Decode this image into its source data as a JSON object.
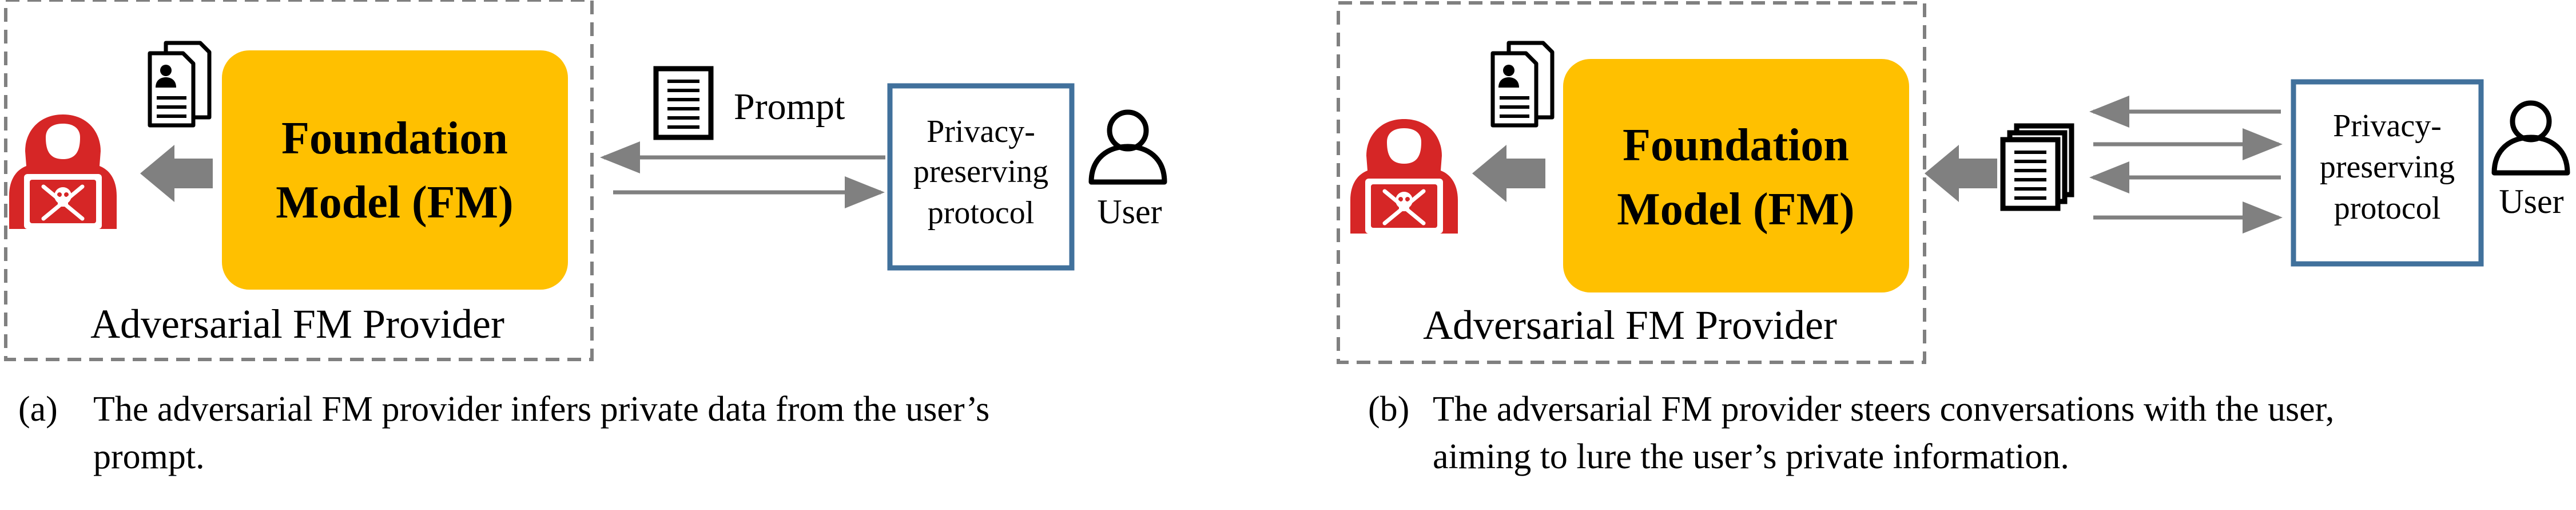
{
  "colors": {
    "fm_fill": "#FFC000",
    "protocol_border": "#41719C",
    "dashed_border": "#808080",
    "arrow": "#808080",
    "hacker_red": "#D62626"
  },
  "icons": [
    "hacker-icon",
    "personal-document-icon",
    "prompt-document-icon",
    "user-icon",
    "document-stack-icon"
  ],
  "panel_a": {
    "fm_line1": "Foundation",
    "fm_line2": "Model (FM)",
    "provider_label": "Adversarial FM Provider",
    "prompt_label": "Prompt",
    "protocol_line1": "Privacy-",
    "protocol_line2": "preserving",
    "protocol_line3": "protocol",
    "user_label": "User",
    "caption_marker": "(a)",
    "caption_line1": "The adversarial FM provider infers private data from the user’s",
    "caption_line2": "prompt."
  },
  "panel_b": {
    "fm_line1": "Foundation",
    "fm_line2": "Model (FM)",
    "provider_label": "Adversarial FM Provider",
    "protocol_line1": "Privacy-",
    "protocol_line2": "preserving",
    "protocol_line3": "protocol",
    "user_label": "User",
    "caption_marker": "(b)",
    "caption_line1": "The adversarial FM provider steers conversations with the user,",
    "caption_line2": "aiming to lure the user’s private information."
  }
}
